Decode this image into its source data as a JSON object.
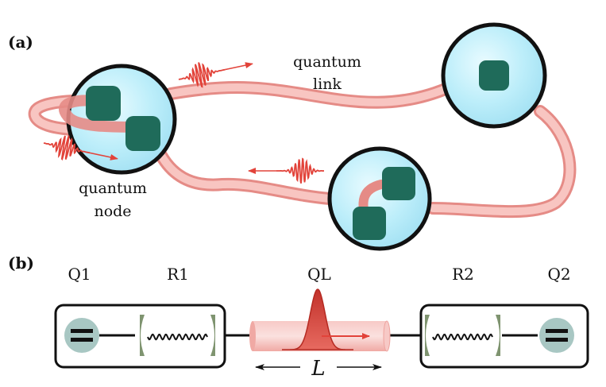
{
  "panels": {
    "a": "(a)",
    "b": "(b)"
  },
  "panel_a": {
    "link_label_1": "quantum",
    "link_label_2": "link",
    "node_label_1": "quantum",
    "node_label_2": "node"
  },
  "panel_b": {
    "q1": "Q1",
    "r1": "R1",
    "ql": "QL",
    "r2": "R2",
    "q2": "Q2",
    "length": "L"
  },
  "colors": {
    "fiber": "#f4a6a2",
    "fiber_edge": "#e58b86",
    "node_fill": "#bdeefa",
    "node_stroke": "#111111",
    "qubit": "#1f6b5a",
    "photon": "#e2433a",
    "mirror": "#7f9470",
    "qubit_b": "#a8c7c3"
  }
}
